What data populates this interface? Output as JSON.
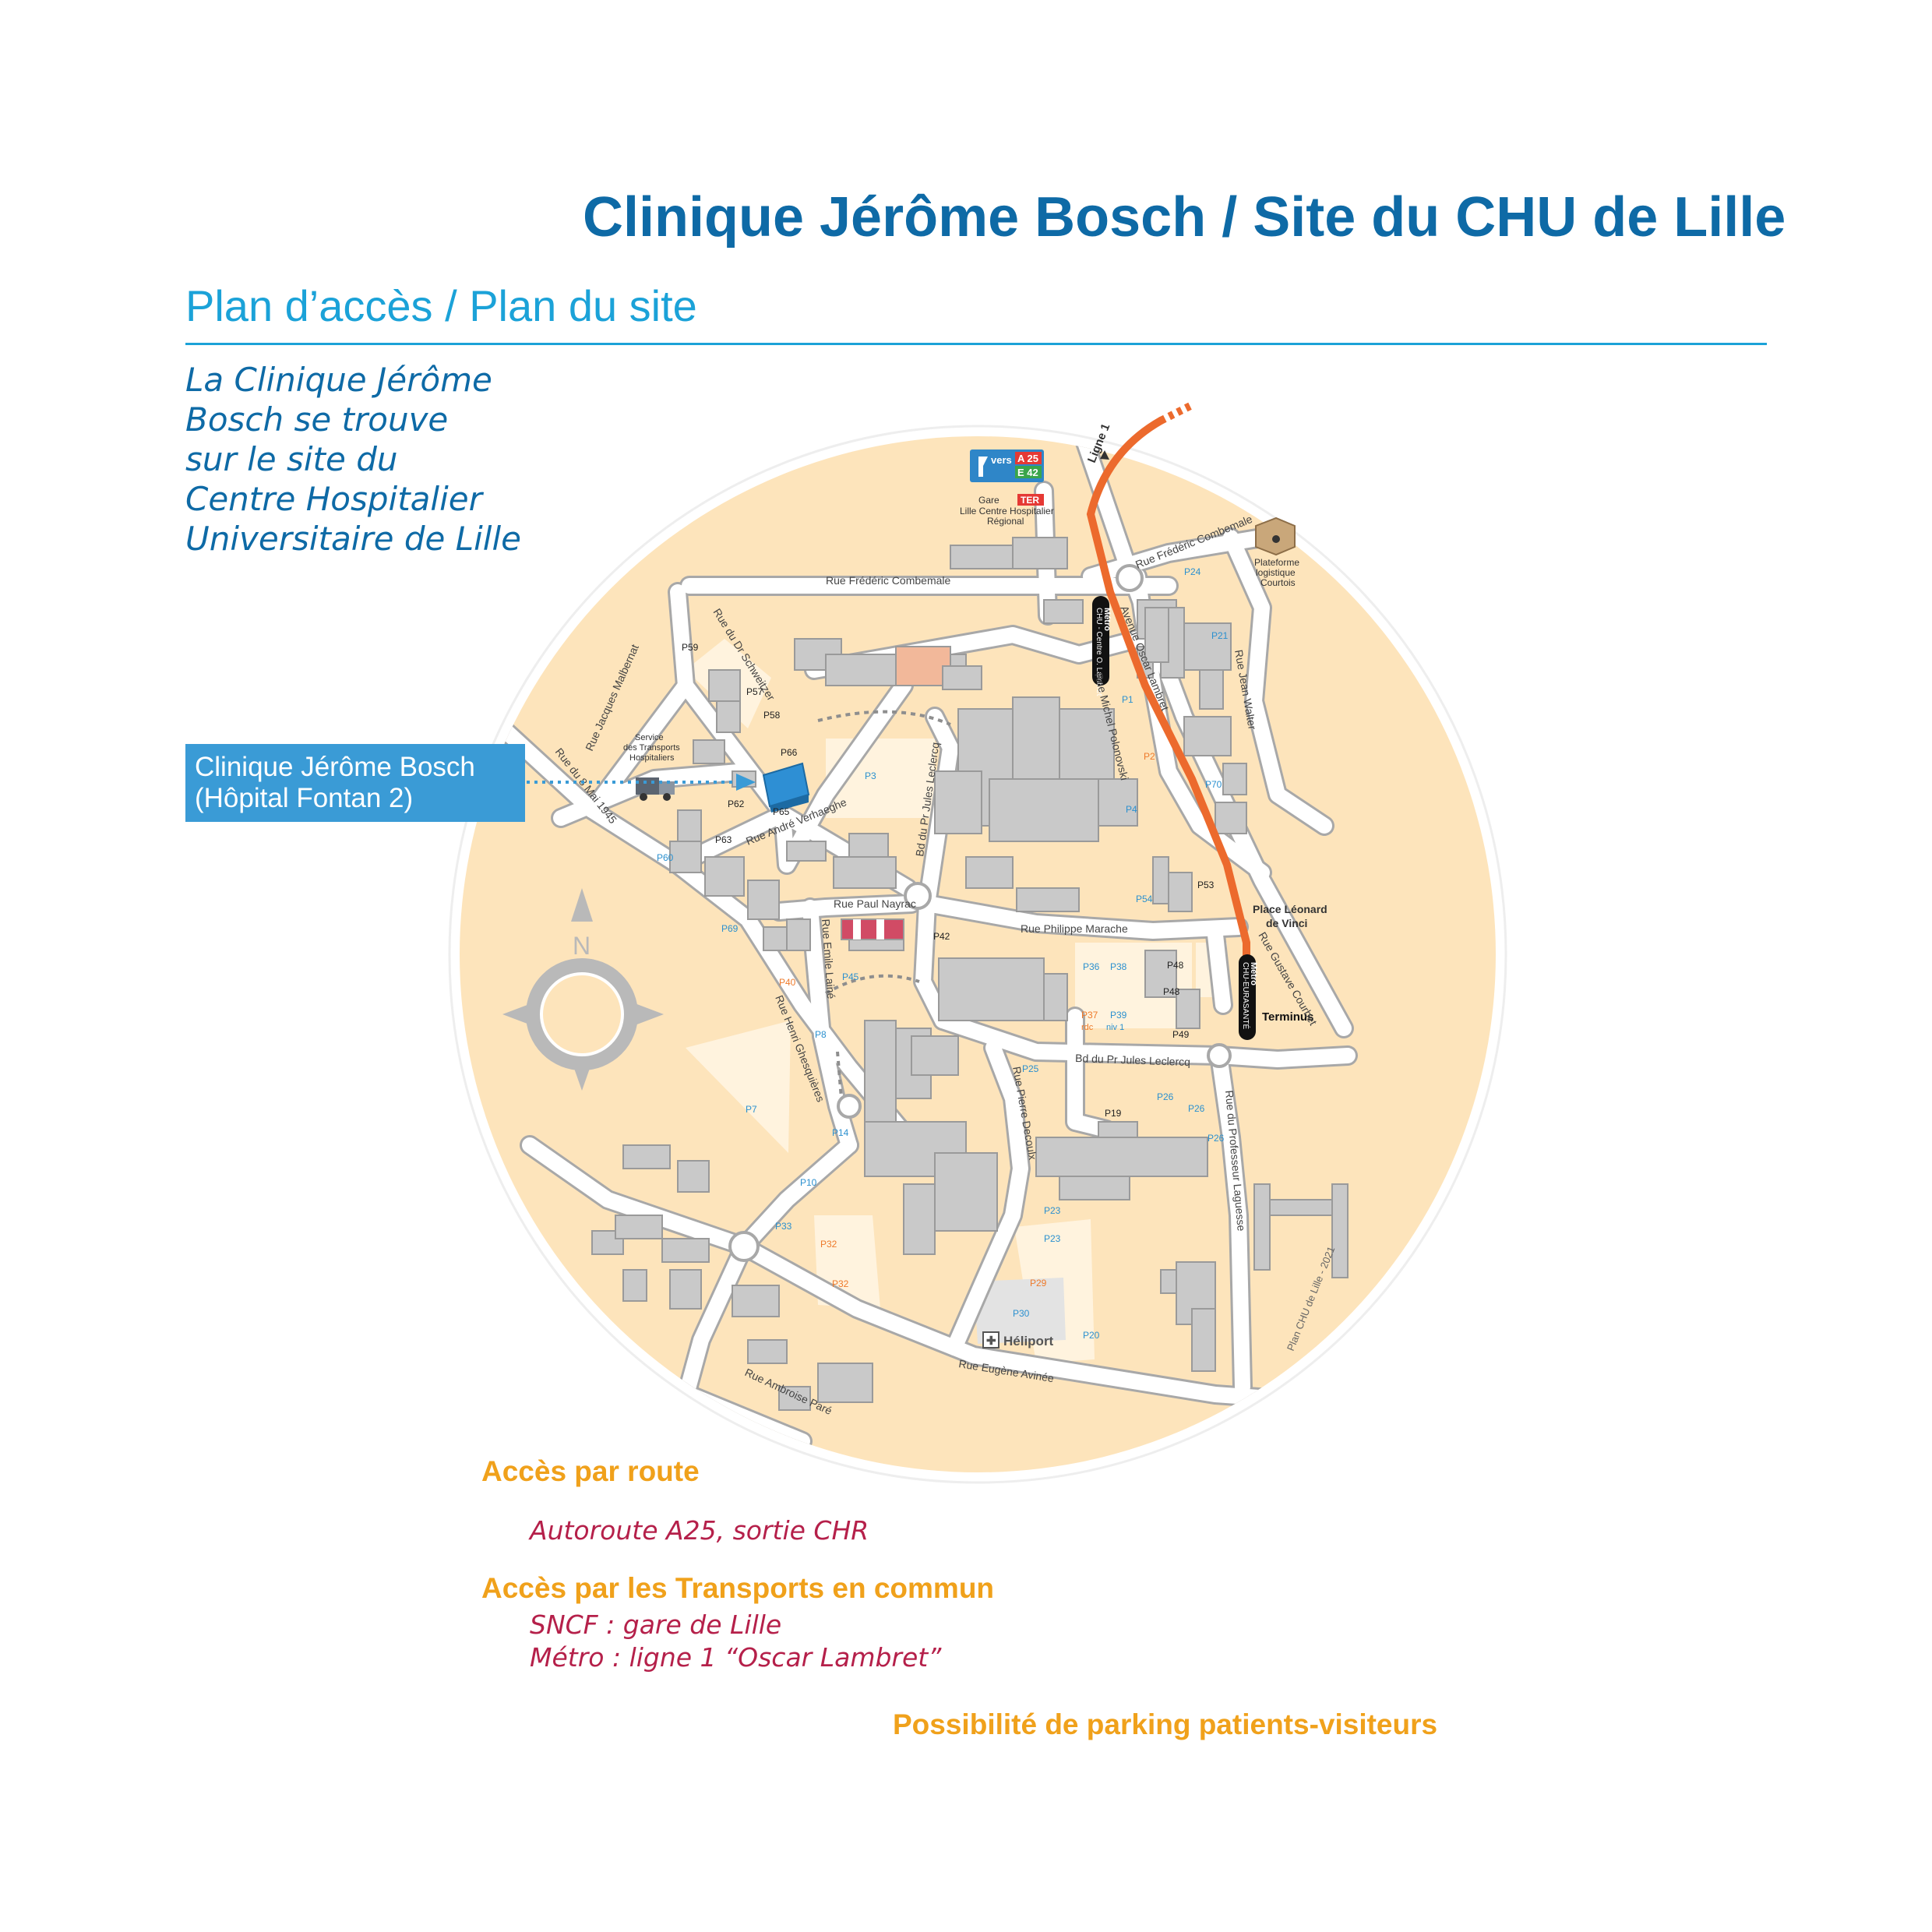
{
  "header": {
    "title": "Clinique Jérôme Bosch / Site du CHU de Lille",
    "subtitle": "Plan d’accès / Plan du site"
  },
  "intro": {
    "lines": [
      "La Clinique Jérôme",
      "Bosch se trouve",
      "sur le site du",
      "Centre Hospitalier",
      "Universitaire de Lille"
    ]
  },
  "callout": {
    "line1": "Clinique Jérôme Bosch",
    "line2": "(Hôpital Fontan 2)"
  },
  "map": {
    "colors": {
      "land": "#fde4bb",
      "road": "#ffffff",
      "road_edge": "#a8a8a8",
      "building": "#c9c9c9",
      "metro": "#ec6a2d",
      "parking_blue": "#2b90cf",
      "parking_orange": "#ee7a2b",
      "label": "#333333"
    },
    "roads": {
      "combemale": "Rue Frédéric Combemale",
      "combemale_ne": "Rue Frédéric Combemale",
      "schweitzer": "Rue du Dr Schweitzer",
      "malbernat": "Rue Jacques Malbernat",
      "huit_mai": "Rue du 8 Mai 1945",
      "verhaeghe": "Rue André Verhaeghe",
      "nayrac": "Rue Paul Nayrac",
      "marache": "Rue Philippe Marache",
      "laine": "Rue Emile Lainé",
      "leclercq_v": "Bd du Pr Jules Leclercq",
      "leclercq_h": "Bd du Pr Jules Leclercq",
      "ghesquieres": "Rue Henri Ghesquières",
      "decoulx": "Rue Pierre Decoulx",
      "laguesse": "Rue du Professeur Laguesse",
      "courbet": "Rue Gustave Courbet",
      "polonovski": "Rue Michel Polonovski",
      "lambret": "Avenue Oscar Lambret",
      "walter": "Rue Jean Walter",
      "avinee": "Rue Eugène Avinée",
      "pare": "Rue Ambroise Paré"
    },
    "labels": {
      "ligne1": "Ligne 1",
      "gare_1": "Gare",
      "gare_2": "Lille Centre Hospitalier",
      "gare_3": "Régional",
      "ter": "TER",
      "vers": "vers",
      "a25": "A 25",
      "e42": "E 42",
      "plateforme_1": "Plateforme",
      "plateforme_2": "logistique",
      "plateforme_3": "Courtois",
      "transports_1": "Service",
      "transports_2": "des Transports",
      "transports_3": "Hospitaliers",
      "place_1": "Place Léonard",
      "place_2": "de Vinci",
      "terminus": "Terminus",
      "metro_oscar_1": "Métro",
      "metro_oscar_2": "CHU - Centre O. Lambret",
      "metro_eura_1": "Métro",
      "metro_eura_2": "CHU-EURASANTÉ",
      "heliport": "Héliport",
      "credit": "Plan CHU de Lille - 2021",
      "north": "N",
      "rdc": "rdc",
      "niv1": "niv 1"
    },
    "parkings_black": [
      "P59",
      "P57",
      "P58",
      "P66",
      "P62",
      "P65",
      "P63",
      "P42",
      "P48",
      "P48",
      "P49",
      "P53",
      "P19"
    ],
    "parkings_blue": [
      "P24",
      "P21",
      "P1",
      "P70",
      "P3",
      "P4",
      "P54",
      "P60",
      "P69",
      "P45",
      "P36",
      "P38",
      "P39",
      "P8",
      "P25",
      "P26",
      "P26",
      "P26",
      "P14",
      "P7",
      "P10",
      "P33",
      "P23",
      "P23",
      "P30",
      "P20"
    ],
    "parkings_orange": [
      "P2",
      "P40",
      "P37",
      "P32",
      "P32",
      "P29"
    ]
  },
  "access": {
    "road_heading": "Accès par route",
    "road_detail": "Autoroute A25, sortie CHR",
    "transit_heading": "Accès par les Transports en commun",
    "transit_line1": "SNCF  : gare de Lille",
    "transit_line2": "Métro : ligne 1 “Oscar Lambret”",
    "parking_note": "Possibilité de parking patients-visiteurs"
  }
}
